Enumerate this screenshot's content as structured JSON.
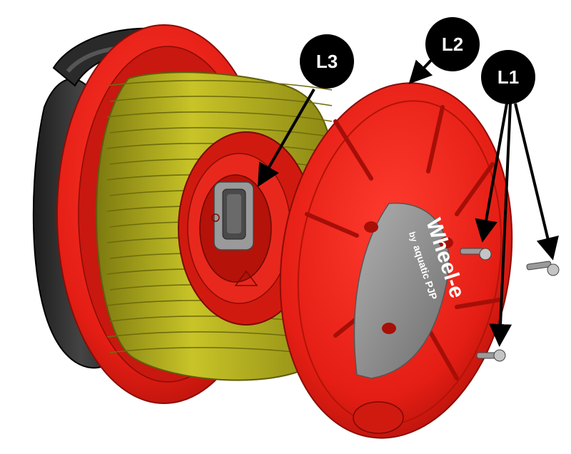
{
  "diagram": {
    "callouts": {
      "l1": "L1",
      "l2": "L2",
      "l3": "L3"
    },
    "brand": {
      "name": "Wheel-e",
      "byline": "by",
      "maker": "aquatic PJP"
    },
    "colors": {
      "housing_red": "#e41e14",
      "hose_yellow": "#b8b41c",
      "frame_black": "#333333",
      "plate_gray": "#8c8c8c",
      "callout_black": "#000000"
    }
  }
}
